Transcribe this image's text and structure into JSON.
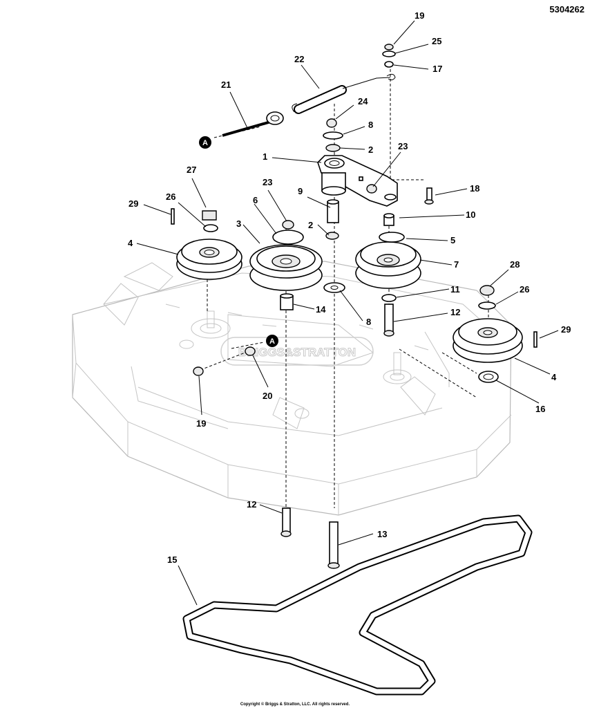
{
  "header": {
    "document_number": "5304262"
  },
  "footer": {
    "copyright": "Copyright © Briggs & Stratton, LLC. All rights reserved."
  },
  "watermark": {
    "text": "BRIGGS&STRATTON"
  },
  "reference_markers": [
    {
      "id": "ref-a-spring",
      "letter": "A"
    },
    {
      "id": "ref-a-deck",
      "letter": "A"
    }
  ],
  "callouts": [
    {
      "id": "c19a",
      "label": "19"
    },
    {
      "id": "c25",
      "label": "25"
    },
    {
      "id": "c17",
      "label": "17"
    },
    {
      "id": "c22",
      "label": "22"
    },
    {
      "id": "c21",
      "label": "21"
    },
    {
      "id": "c24",
      "label": "24"
    },
    {
      "id": "c8a",
      "label": "8"
    },
    {
      "id": "c2a",
      "label": "2"
    },
    {
      "id": "c23a",
      "label": "23"
    },
    {
      "id": "c1",
      "label": "1"
    },
    {
      "id": "c27",
      "label": "27"
    },
    {
      "id": "c23b",
      "label": "23"
    },
    {
      "id": "c9",
      "label": "9"
    },
    {
      "id": "c18",
      "label": "18"
    },
    {
      "id": "c29a",
      "label": "29"
    },
    {
      "id": "c26a",
      "label": "26"
    },
    {
      "id": "c6",
      "label": "6"
    },
    {
      "id": "c2b",
      "label": "2"
    },
    {
      "id": "c10",
      "label": "10"
    },
    {
      "id": "c3",
      "label": "3"
    },
    {
      "id": "c5",
      "label": "5"
    },
    {
      "id": "c4a",
      "label": "4"
    },
    {
      "id": "c7",
      "label": "7"
    },
    {
      "id": "c28",
      "label": "28"
    },
    {
      "id": "c11",
      "label": "11"
    },
    {
      "id": "c26b",
      "label": "26"
    },
    {
      "id": "c14",
      "label": "14"
    },
    {
      "id": "c12a",
      "label": "12"
    },
    {
      "id": "c8b",
      "label": "8"
    },
    {
      "id": "c29b",
      "label": "29"
    },
    {
      "id": "c4b",
      "label": "4"
    },
    {
      "id": "c20",
      "label": "20"
    },
    {
      "id": "c16",
      "label": "16"
    },
    {
      "id": "c19b",
      "label": "19"
    },
    {
      "id": "c12b",
      "label": "12"
    },
    {
      "id": "c13",
      "label": "13"
    },
    {
      "id": "c15",
      "label": "15"
    }
  ]
}
